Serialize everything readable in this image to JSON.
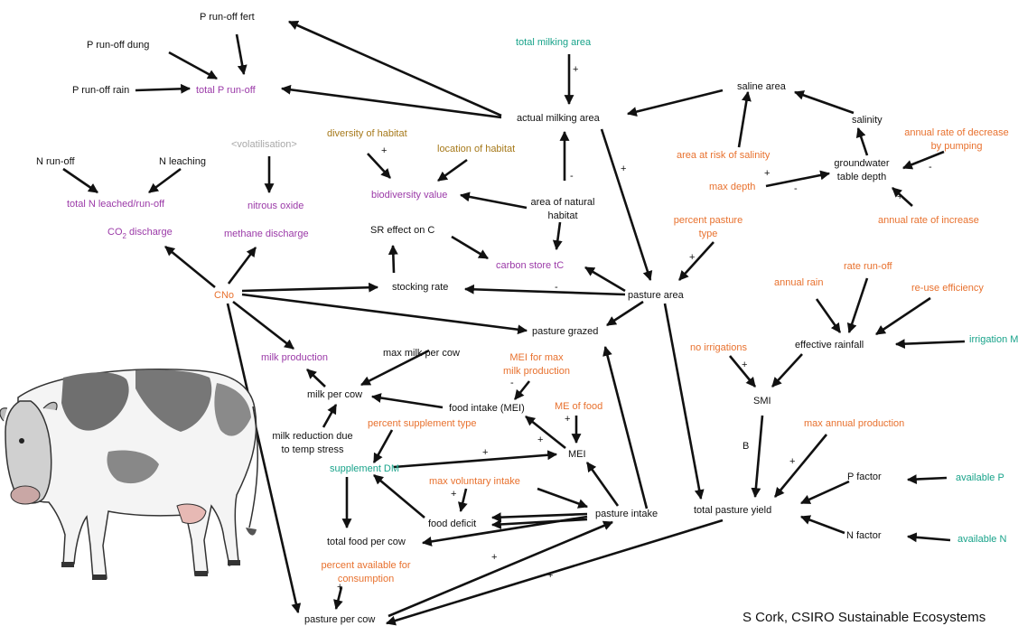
{
  "nodes": {
    "p_runoff_fert": "P run-off fert",
    "p_runoff_dung": "P run-off dung",
    "p_runoff_rain": "P run-off rain",
    "total_p_runoff": "total P run-off",
    "total_milking_area": "total milking area",
    "actual_milking_area": "actual milking area",
    "saline_area": "saline area",
    "salinity": "salinity",
    "annual_rate_decrease_1": "annual rate of decrease",
    "annual_rate_decrease_2": "by pumping",
    "groundwater_1": "groundwater",
    "groundwater_2": "table depth",
    "area_risk_salinity": "area at risk of salinity",
    "max_depth": "max depth",
    "annual_rate_increase": "annual rate of increase",
    "volatilisation": "<volatilisation>",
    "n_runoff": "N run-off",
    "n_leaching": "N leaching",
    "total_n": "total N leached/run-off",
    "nitrous_oxide": "nitrous oxide",
    "co2_discharge_prefix": "CO",
    "co2_discharge_sub": "2",
    "co2_discharge_suffix": " discharge",
    "methane_discharge": "methane discharge",
    "diversity_habitat": "diversity of habitat",
    "location_habitat": "location of habitat",
    "biodiversity_value": "biodiversity value",
    "area_natural_1": "area of natural",
    "area_natural_2": "habitat",
    "sr_effect": "SR effect on C",
    "carbon_store": "carbon store tC",
    "percent_pasture_1": "percent pasture",
    "percent_pasture_2": "type",
    "stocking_rate": "stocking rate",
    "pasture_area": "pasture area",
    "cno": "CNo",
    "pasture_grazed": "pasture grazed",
    "milk_production": "milk production",
    "max_milk_per_cow": "max milk per cow",
    "milk_per_cow": "milk per cow",
    "mei_max_1": "MEI for max",
    "mei_max_2": "milk production",
    "food_intake_mei": "food intake (MEI)",
    "me_of_food": "ME of food",
    "milk_reduction_1": "milk reduction due",
    "milk_reduction_2": "to temp stress",
    "percent_supplement": "percent supplement type",
    "supplement_dm": "supplement DM",
    "mei": "MEI",
    "max_voluntary": "max voluntary intake",
    "food_deficit": "food deficit",
    "pasture_intake": "pasture intake",
    "total_food_per_cow": "total food per cow",
    "percent_available_1": "percent available for",
    "percent_available_2": "consumption",
    "pasture_per_cow": "pasture per cow",
    "annual_rain": "annual rain",
    "rate_runoff": "rate run-off",
    "reuse_efficiency": "re-use efficiency",
    "effective_rainfall": "effective rainfall",
    "irrigation_ml": "irrigation ML",
    "no_irrigations": "no irrigations",
    "smi": "SMI",
    "max_annual_production": "max annual production",
    "p_factor": "P factor",
    "available_p": "available P",
    "total_pasture_yield": "total pasture yield",
    "n_factor": "N factor",
    "available_n": "available N"
  },
  "signs": {
    "plus": "+",
    "minus": "-",
    "b": "B"
  },
  "credit": "S Cork, CSIRO Sustainable Ecosystems",
  "colors": {
    "purple": "#9b3aa8",
    "orange": "#e8712e",
    "teal": "#18a38a",
    "brown": "#a6791a",
    "gray": "#a8a8a8",
    "black": "#111111"
  },
  "illustration": "cow-illustration"
}
